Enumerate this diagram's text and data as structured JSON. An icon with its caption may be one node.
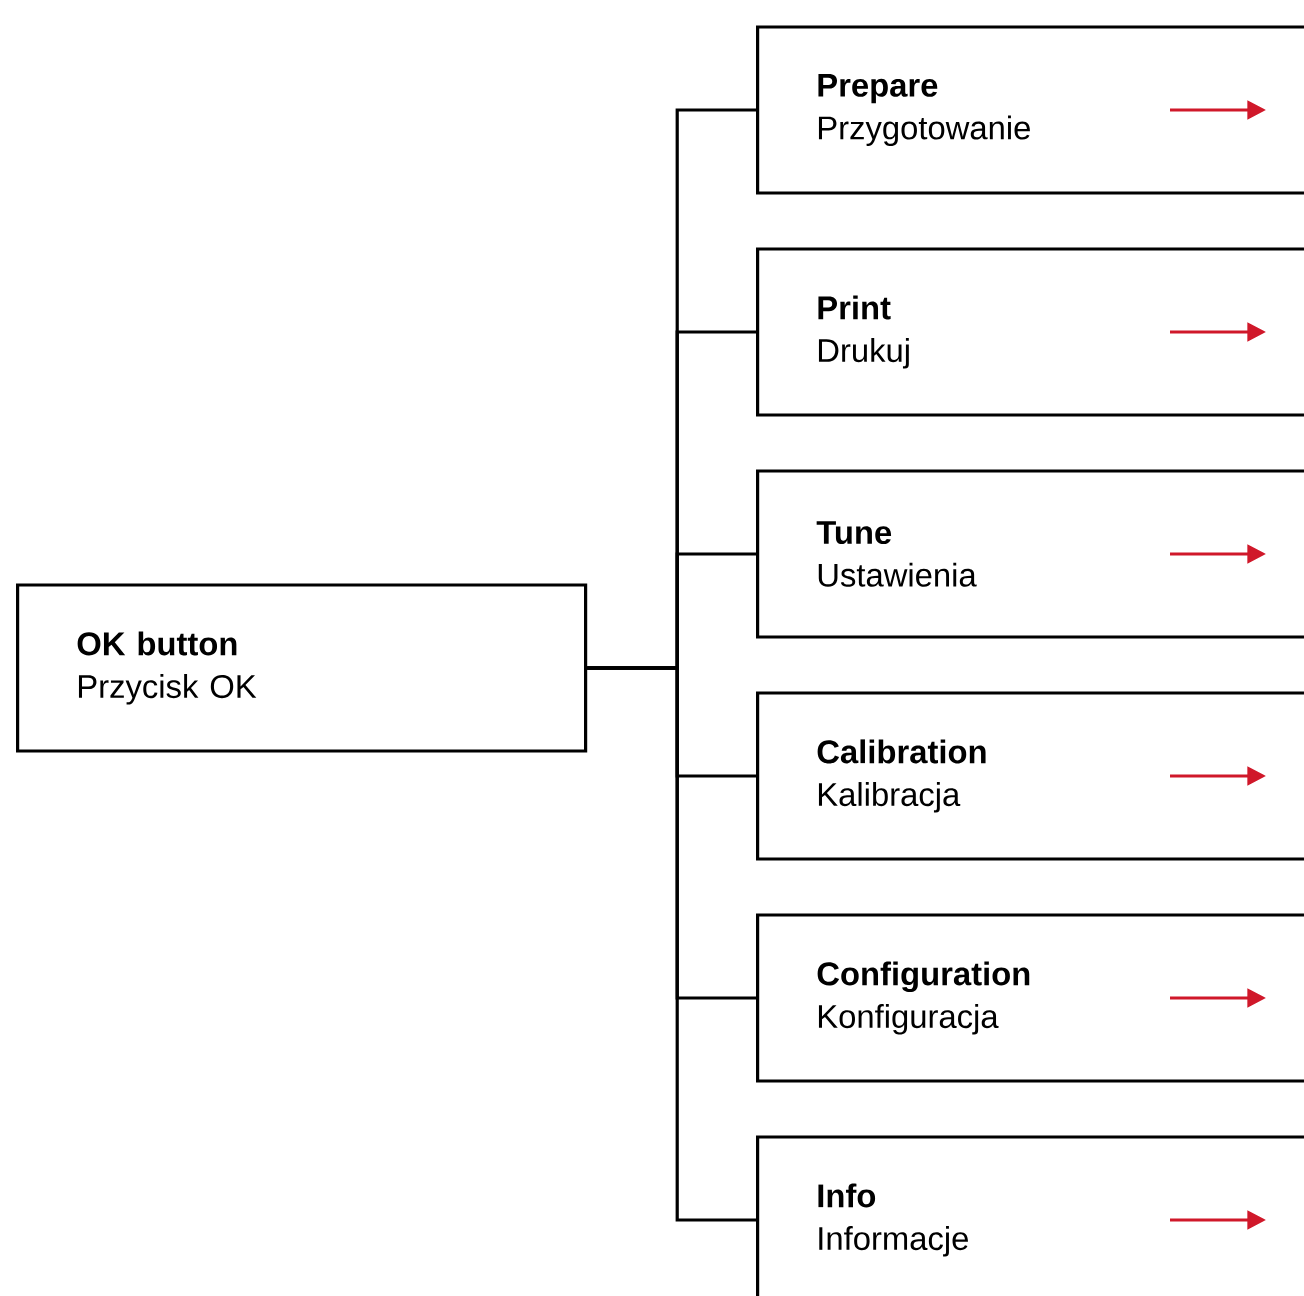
{
  "diagram": {
    "nodes": [
      {
        "text": [
          "OK button",
          "Przycisk OK"
        ]
      },
      {
        "text": [
          "Prepare",
          "Przygotowanie"
        ]
      },
      {
        "text": [
          "Print",
          "Drukuj"
        ]
      },
      {
        "text": [
          "Tune",
          "Ustawienia"
        ]
      },
      {
        "text": [
          "Calibration",
          "Kalibracja"
        ]
      },
      {
        "text": [
          "Configuration",
          "Konfiguracja"
        ]
      },
      {
        "text": [
          "Info",
          "Informacje"
        ]
      }
    ],
    "edges": [
      {
        "from": 0,
        "to": 1,
        "arrow": "none"
      },
      {
        "from": 0,
        "to": 2,
        "arrow": "none"
      },
      {
        "from": 0,
        "to": 3,
        "arrow": "none"
      },
      {
        "from": 0,
        "to": 4,
        "arrow": "none"
      },
      {
        "from": 0,
        "to": 5,
        "arrow": "none"
      },
      {
        "from": 0,
        "to": 6,
        "arrow": "none"
      },
      {
        "from": 1,
        "to": null,
        "arrow": "to",
        "color": "#d0182a"
      },
      {
        "from": 2,
        "to": null,
        "arrow": "to",
        "color": "#d0182a"
      },
      {
        "from": 3,
        "to": null,
        "arrow": "to",
        "color": "#d0182a"
      },
      {
        "from": 4,
        "to": null,
        "arrow": "to",
        "color": "#d0182a"
      },
      {
        "from": 5,
        "to": null,
        "arrow": "to",
        "color": "#d0182a"
      },
      {
        "from": 6,
        "to": null,
        "arrow": "to",
        "color": "#d0182a"
      }
    ]
  }
}
